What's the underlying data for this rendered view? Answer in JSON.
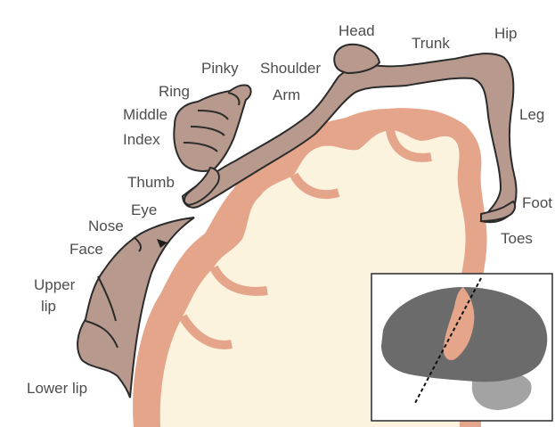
{
  "colors": {
    "background": "#ffffff",
    "cortex_outer": "#e5a58a",
    "cortex_inner": "#fbf3de",
    "homunculus_fill": "#b79a8d",
    "homunculus_stroke": "#2b2b2b",
    "label_text": "#4d4d4d",
    "inset_brain": "#6b6b6b",
    "inset_brainstem": "#a3a3a3"
  },
  "labels": {
    "head": "Head",
    "trunk": "Trunk",
    "hip": "Hip",
    "pinky": "Pinky",
    "shoulder": "Shoulder",
    "ring": "Ring",
    "arm": "Arm",
    "middle": "Middle",
    "leg": "Leg",
    "index": "Index",
    "thumb": "Thumb",
    "foot": "Foot",
    "eye": "Eye",
    "nose": "Nose",
    "toes": "Toes",
    "face": "Face",
    "upper_lip_line1": "Upper",
    "upper_lip_line2": "lip",
    "lower_lip": "Lower lip"
  }
}
